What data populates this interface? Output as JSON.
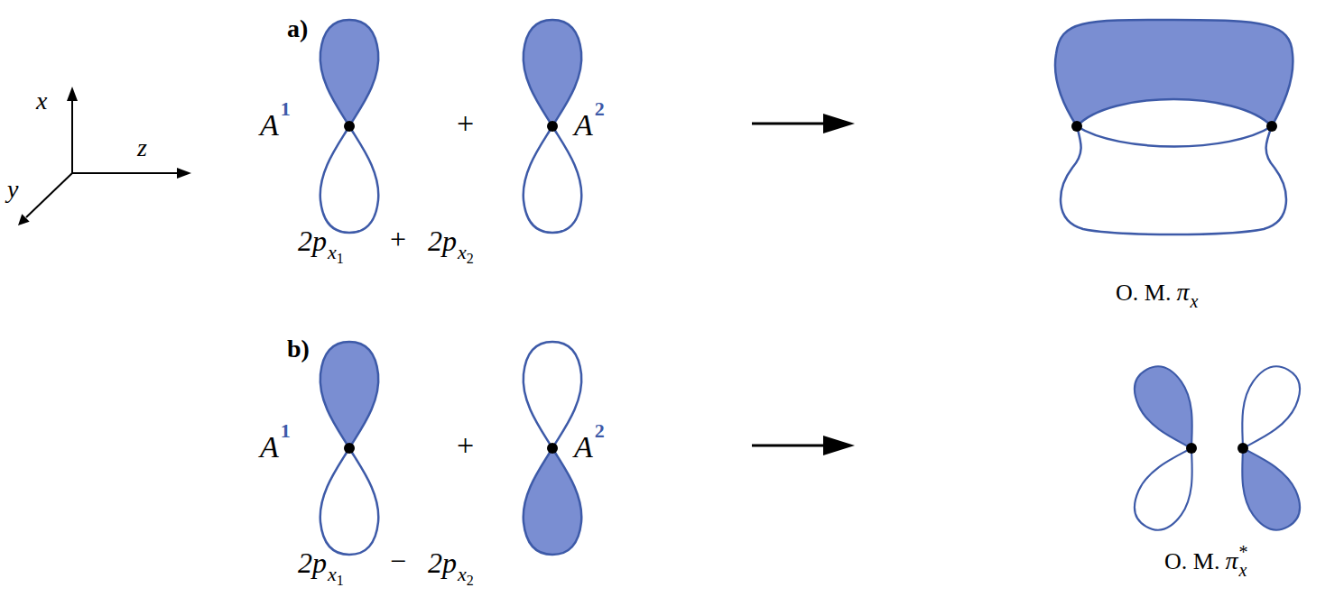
{
  "diagram": {
    "labels": [
      "a)",
      "A",
      "1",
      "+",
      "A",
      "2",
      "x",
      "z",
      "y",
      "2p",
      "x",
      "1",
      "+",
      "2p",
      "x",
      "2",
      "O. M.",
      "π",
      "x",
      "b)",
      "A",
      "1",
      "+",
      "A",
      "2",
      "2p",
      "x",
      "1",
      "−",
      "2p",
      "x",
      "2",
      "O. M.",
      "π",
      "*",
      "x"
    ]
  }
}
